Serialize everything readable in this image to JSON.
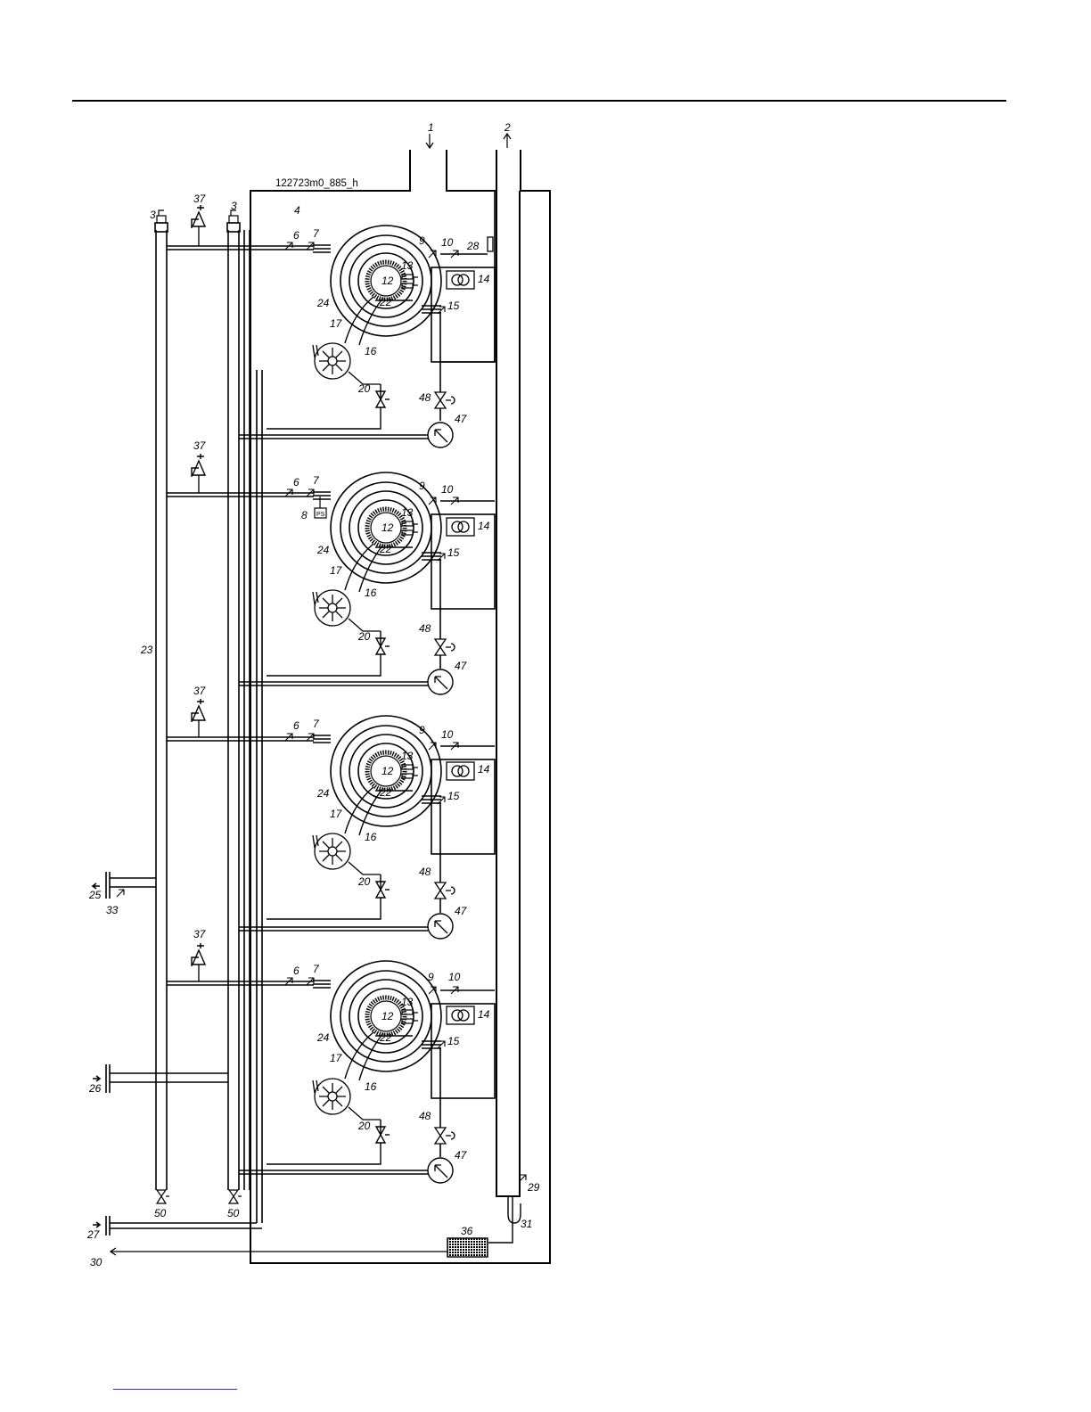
{
  "figure": {
    "drawing_code": "122723m0_885_h"
  },
  "labels": {
    "flue_out": "1",
    "air_in": "2",
    "vent": "3",
    "casing": "4",
    "sensor_6": "6",
    "sensor_7": "7",
    "pressure_switch": "8",
    "ps_text": "PS",
    "sensor_9": "9",
    "sensor_10": "10",
    "burner": "12",
    "electrode": "13",
    "transformer": "14",
    "sensor_15": "15",
    "fan": "16",
    "mixer": "17",
    "gas_valve": "20",
    "burner_door": "22",
    "header": "23",
    "exchanger": "24",
    "flow_out": "25",
    "return_in": "26",
    "gas_in": "27",
    "limit_stat": "28",
    "flue_sensor": "29",
    "condensate_out": "30",
    "siphon": "31",
    "flow_sensor": "33",
    "neutraliser": "36",
    "safety_valve": "37",
    "pump": "47",
    "check_valve": "48",
    "drain": "50"
  },
  "colors": {
    "line": "#000000",
    "background": "#ffffff",
    "link": "#3333cc"
  }
}
